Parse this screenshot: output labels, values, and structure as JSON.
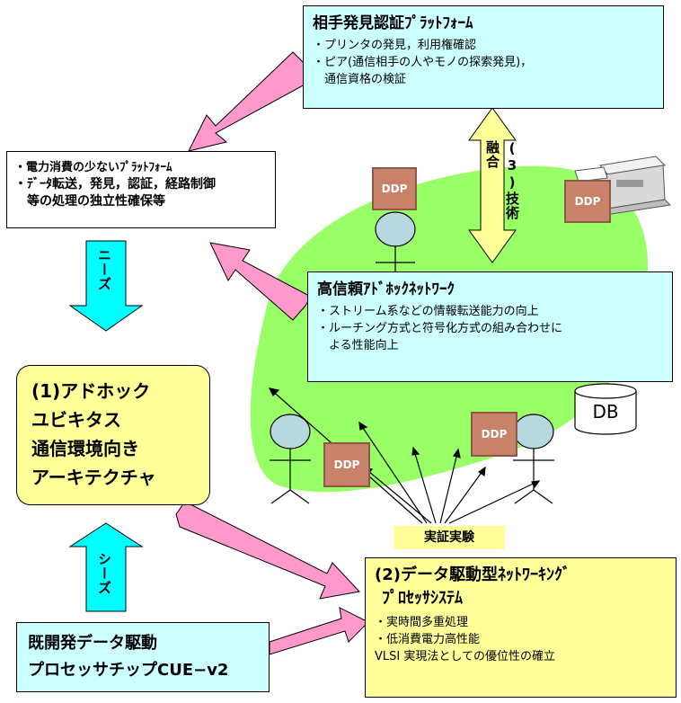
{
  "platform_box": {
    "title": "相手発見認証ﾌﾟﾗｯﾄﾌｫｰﾑ",
    "lines": [
      "・プリンタの発見，利用権確認",
      "・ピア(通信相手の人やモノの探索発見)，",
      "　通信資格の検証"
    ]
  },
  "needs_box": {
    "lines": [
      "・電力消費の少ないﾌﾟﾗｯﾄﾌｫｰﾑ",
      "・ﾃﾞｰﾀ転送，発見，認証，経路制御",
      "　等の処理の独立性確保等"
    ]
  },
  "tech_fusion": "(3)技術融合",
  "needs_label": "ニーズ",
  "seeds_label": "シーズ",
  "network_box": {
    "title": "高信頼ｱﾄﾞﾎｯｸﾈｯﾄﾜｰｸ",
    "lines": [
      "・ストリーム系などの情報転送能力の向上",
      "・ルーチング方式と符号化方式の組み合わせに",
      "　よる性能向上"
    ]
  },
  "arch_box": {
    "lines": [
      "(1)アドホック",
      "ユビキタス",
      "通信環境向き",
      "アーキテクチャ"
    ]
  },
  "db_label": "DB",
  "chip_label": "DDP",
  "experiment_label": "実証実験",
  "processor_box": {
    "title1": "(2)データ駆動型ﾈｯﾄﾜｰｷﾝｸﾞ",
    "title2": "ﾌﾟﾛｾｯｻｼｽﾃﾑ",
    "lines": [
      "・実時間多重処理",
      "・低消費電力高性能",
      "VLSI 実現法としての優位性の確立"
    ]
  },
  "chip_box": {
    "lines": [
      "既開発データ駆動",
      "プロセッサチップCUE−v2"
    ]
  },
  "colors": {
    "cyan_box": "#ccffff",
    "yellow_box": "#ffff99",
    "ellipse": "#99ff66",
    "pink_arrow": "#ff99cc",
    "cyan_arrow": "#00ffff",
    "chip": "#c8826a"
  }
}
